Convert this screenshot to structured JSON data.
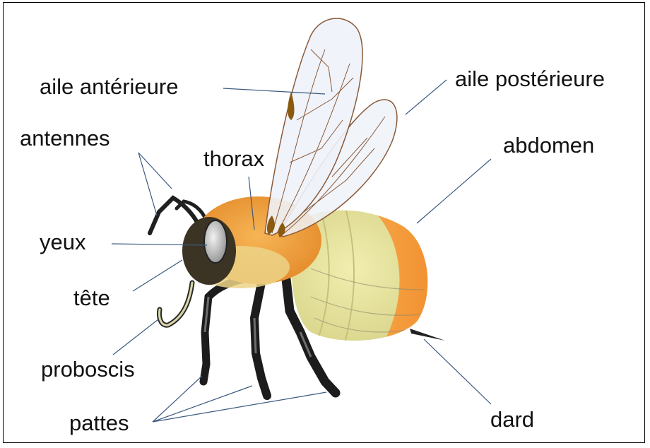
{
  "labels": {
    "forewing": "aile antérieure",
    "hindwing": "aile postérieure",
    "antennae": "antennes",
    "thorax": "thorax",
    "abdomen": "abdomen",
    "eyes": "yeux",
    "head": "tête",
    "proboscis": "proboscis",
    "legs": "pattes",
    "stinger": "dard"
  },
  "colors": {
    "thorax_fur": "#f0a040",
    "abdomen_body": "#ece9a2",
    "abdomen_tip": "#f39a3a",
    "head": "#3b3424",
    "legs": "#1c1c1c",
    "wing_fill": "#eef2f8",
    "wing_vein": "#8a5a3a",
    "leader_line": "#3d5a80"
  }
}
